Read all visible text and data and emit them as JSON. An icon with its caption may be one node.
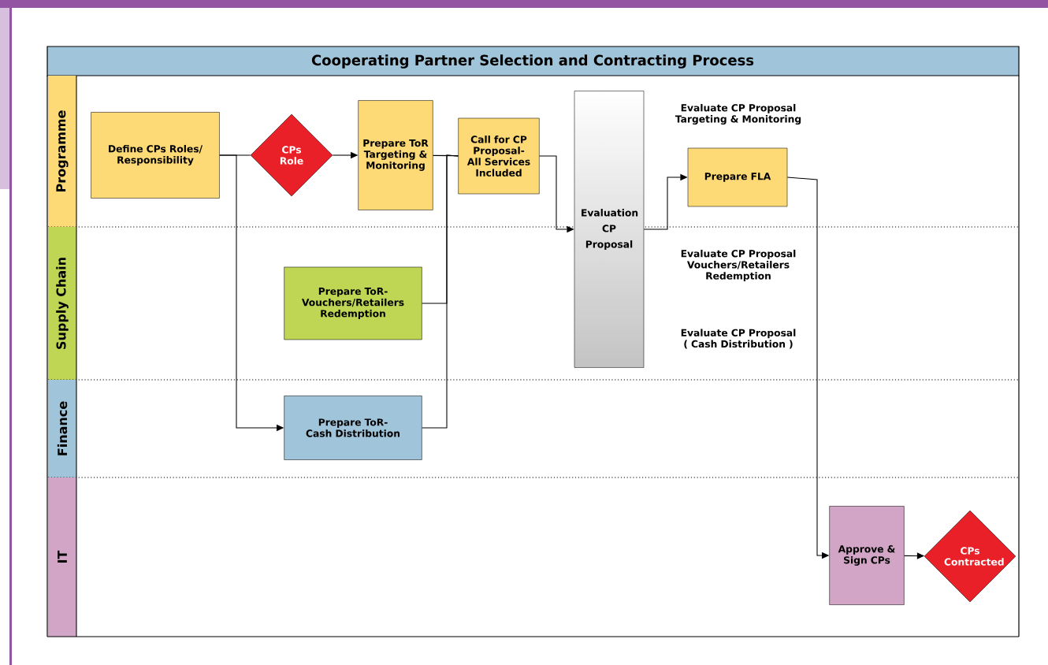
{
  "diagram": {
    "title": "Cooperating Partner Selection and Contracting Process",
    "nodes": [
      {
        "text": [
          "Programme"
        ]
      },
      {
        "text": [
          "Supply Chain"
        ]
      },
      {
        "text": [
          "Finance"
        ]
      },
      {
        "text": [
          "IT"
        ]
      },
      {
        "text": [
          "Define CPs Roles/ Responsibility"
        ],
        "in": 0
      },
      {
        "text": [
          "CPs Role"
        ],
        "in": 0
      },
      {
        "text": [
          "Prepare ToR Targeting & Monitoring"
        ],
        "in": 0
      },
      {
        "text": [
          "Call for CP Proposal- All Services Included"
        ],
        "in": 0
      },
      {
        "text": [
          "Evaluation CP Proposal"
        ]
      },
      {
        "text": [
          "Prepare FLA"
        ],
        "in": 0
      },
      {
        "text": [
          "Prepare ToR- Vouchers/Retailers Redemption"
        ],
        "in": 1
      },
      {
        "text": [
          "Prepare ToR-Cash Distribution"
        ],
        "in": 2
      },
      {
        "text": [
          "Approve & Sign CPs"
        ],
        "in": 3
      },
      {
        "text": [
          "CPs Contracted"
        ],
        "in": 3
      }
    ],
    "edges": [
      {
        "from": 4,
        "to": 5,
        "arrow": "none"
      },
      {
        "from": 4,
        "to": 11,
        "arrow": "to"
      },
      {
        "from": 5,
        "to": 6,
        "arrow": "to"
      },
      {
        "from": 6,
        "to": 7,
        "arrow": "none"
      },
      {
        "from": 10,
        "to": 7,
        "arrow": "none"
      },
      {
        "from": 11,
        "to": 7,
        "arrow": "none"
      },
      {
        "from": 7,
        "to": 8,
        "arrow": "to"
      },
      {
        "from": 8,
        "to": 9,
        "arrow": "to"
      },
      {
        "from": 9,
        "to": 12,
        "arrow": "to"
      },
      {
        "from": 12,
        "to": 13,
        "arrow": "to"
      }
    ],
    "labels": [
      "Evaluate CP Proposal Targeting & Monitoring",
      "Evaluate CP Proposal Vouchers/Retailers Redemption",
      "Evaluate CP Proposal ( Cash Distribution )"
    ]
  }
}
